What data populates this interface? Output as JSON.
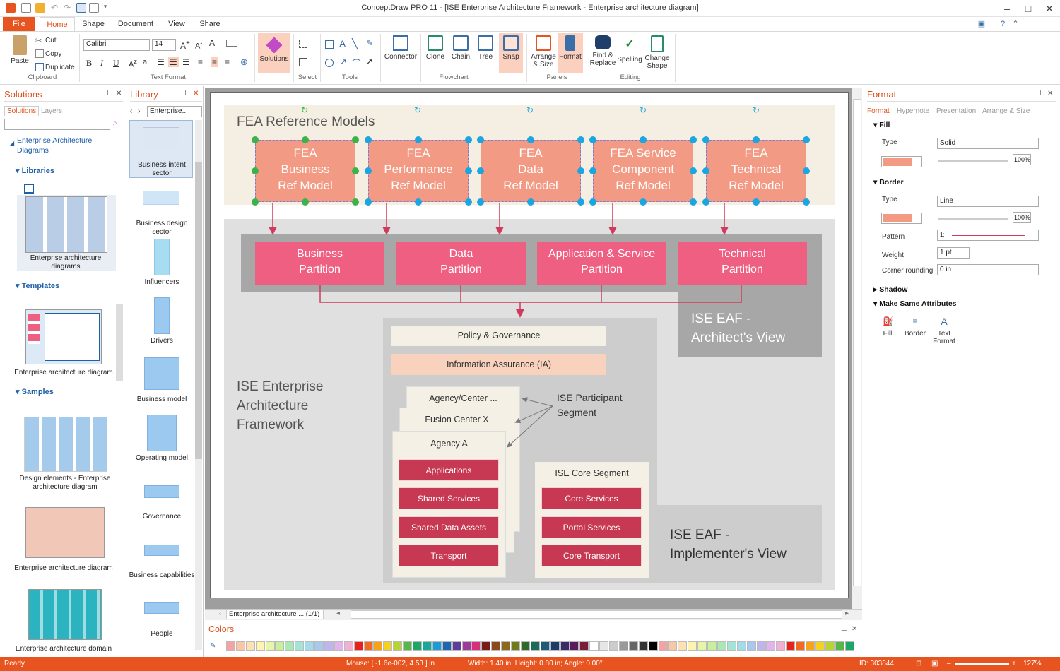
{
  "window": {
    "title": "ConceptDraw PRO 11 - [ISE Enterprise Architecture Framework - Enterprise architecture diagram]"
  },
  "menu": {
    "file": "File",
    "tabs": [
      "Home",
      "Shape",
      "Document",
      "View",
      "Share"
    ]
  },
  "ribbon": {
    "clipboard": {
      "paste": "Paste",
      "cut": "Cut",
      "copy": "Copy",
      "duplicate": "Duplicate",
      "group": "Clipboard"
    },
    "text_format": {
      "font": "Calibri",
      "size": "14",
      "group": "Text Format"
    },
    "solutions": "Solutions",
    "select_group": "Select",
    "tools_group": "Tools",
    "connector": "Connector",
    "flowchart": {
      "clone": "Clone",
      "chain": "Chain",
      "tree": "Tree",
      "snap": "Snap",
      "group": "Flowchart"
    },
    "panels": {
      "arrange": "Arrange & Size",
      "format": "Format",
      "group": "Panels"
    },
    "editing": {
      "find": "Find & Replace",
      "spelling": "Spelling",
      "change_shape": "Change Shape",
      "group": "Editing"
    }
  },
  "solutions_panel": {
    "title": "Solutions",
    "tabs": [
      "Solutions",
      "Layers"
    ],
    "tree_root": "Enterprise Architecture Diagrams",
    "libraries": "Libraries",
    "library_item": "Enterprise architecture diagrams",
    "templates": "Templates",
    "template_item": "Enterprise architecture diagram",
    "samples": "Samples",
    "sample_items": [
      "Design elements - Enterprise architecture diagram",
      "Enterprise architecture diagram",
      "Enterprise architecture domain"
    ]
  },
  "library_panel": {
    "title": "Library",
    "selector": "Enterprise...",
    "items": [
      "Business intent sector",
      "Business design sector",
      "Influencers",
      "Drivers",
      "Business model",
      "Operating model",
      "Governance",
      "Business capabilities",
      "People"
    ]
  },
  "diagram": {
    "fea_title": "FEA Reference Models",
    "fea_models": [
      [
        "FEA",
        "Business",
        "Ref Model"
      ],
      [
        "FEA",
        "Performance",
        "Ref Model"
      ],
      [
        "FEA",
        "Data",
        "Ref Model"
      ],
      [
        "FEA Service",
        "Component",
        "Ref Model"
      ],
      [
        "FEA",
        "Technical",
        "Ref Model"
      ]
    ],
    "partitions": [
      [
        "Business",
        "Partition"
      ],
      [
        "Data",
        "Partition"
      ],
      [
        "Application & Service",
        "Partition"
      ],
      [
        "Technical",
        "Partition"
      ]
    ],
    "architect_view": [
      "ISE EAF -",
      "Architect's View"
    ],
    "policy": "Policy & Governance",
    "info_assurance": "Information Assurance (IA)",
    "framework": [
      "ISE Enterprise",
      "Architecture",
      "Framework"
    ],
    "agency_center": "Agency/Center ...",
    "fusion_center": "Fusion Center X",
    "agency_a": "Agency A",
    "participant_segment": [
      "ISE Participant",
      "Segment"
    ],
    "agency_items": [
      "Applications",
      "Shared Services",
      "Shared Data Assets",
      "Transport"
    ],
    "core_segment": "ISE Core Segment",
    "core_items": [
      "Core Services",
      "Portal Services",
      "Core Transport"
    ],
    "implementer_view": [
      "ISE EAF -",
      "Implementer's View"
    ]
  },
  "page_tab": "Enterprise architecture ... (1/1)",
  "format_panel": {
    "title": "Format",
    "tabs": [
      "Format",
      "Hypernote",
      "Presentation",
      "Arrange & Size"
    ],
    "fill": {
      "label": "Fill",
      "type_label": "Type",
      "type": "Solid",
      "opacity": "100%"
    },
    "border": {
      "label": "Border",
      "type_label": "Type",
      "type": "Line",
      "opacity": "100%",
      "pattern_label": "Pattern",
      "pattern": "1:",
      "weight_label": "Weight",
      "weight": "1 pt",
      "corner_label": "Corner rounding",
      "corner": "0 in"
    },
    "shadow": "Shadow",
    "make_same": "Make Same Attributes",
    "make_same_buttons": [
      "Fill",
      "Border",
      "Text Format"
    ],
    "fill_color": "#f29a83"
  },
  "colors_panel": {
    "title": "Colors"
  },
  "status": {
    "ready": "Ready",
    "mouse": "Mouse: [ -1.6e-002, 4.53 ] in",
    "size": "Width: 1.40 in;  Height: 0.80 in;  Angle: 0.00°",
    "id": "ID: 303844",
    "zoom": "127%"
  },
  "colors": {
    "accent": "#e8541f",
    "fea": "#f29a83",
    "partition": "#ef5f81",
    "dark_item": "#c73852"
  }
}
